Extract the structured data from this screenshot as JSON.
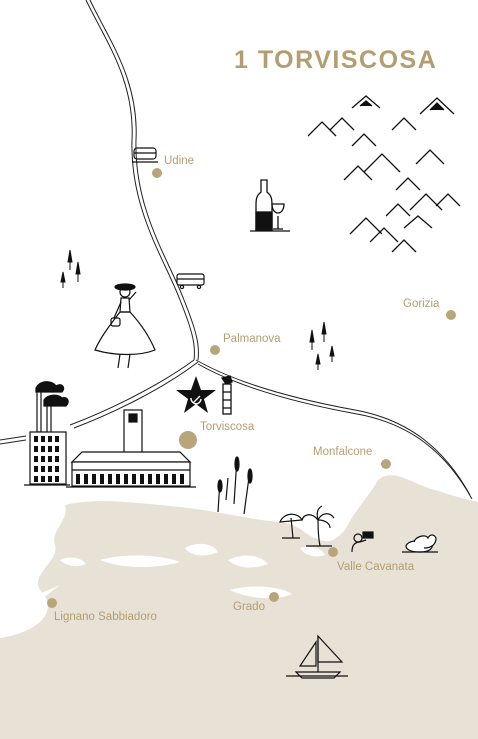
{
  "map": {
    "title": "1 TORVISCOSA",
    "colors": {
      "accent": "#b49e71",
      "sea": "#e8e2d6",
      "ink": "#111111"
    },
    "places": [
      {
        "id": "udine",
        "label": "Udine"
      },
      {
        "id": "gorizia",
        "label": "Gorizia"
      },
      {
        "id": "palmanova",
        "label": "Palmanova"
      },
      {
        "id": "torviscosa",
        "label": "Torviscosa"
      },
      {
        "id": "monfalcone",
        "label": "Monfalcone"
      },
      {
        "id": "valle-cavanata",
        "label": "Valle Cavanata"
      },
      {
        "id": "lignano-sabbiadoro",
        "label": "Lignano Sabbiadoro"
      },
      {
        "id": "grado",
        "label": "Grado"
      }
    ],
    "icons": [
      "train-icon",
      "bus-icon",
      "wine-icon",
      "mountains-icon",
      "cypress-trees-icon",
      "woman-figure-icon",
      "star-hammer-sickle-icon",
      "fasces-icon",
      "factory-icon",
      "town-hall-icon",
      "reeds-icon",
      "umbrella-icon",
      "palm-tree-icon",
      "binoculars-person-icon",
      "ducks-icon",
      "sailboat-icon"
    ]
  }
}
